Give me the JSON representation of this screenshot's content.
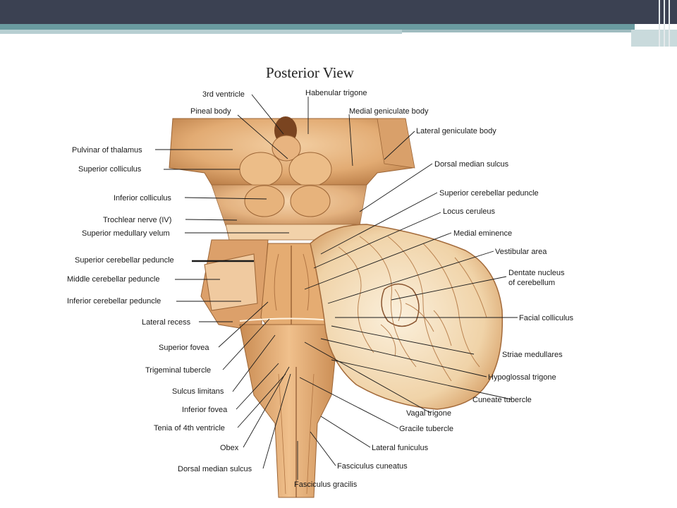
{
  "diagram": {
    "title": "Posterior View",
    "labels": {
      "third_ventricle": "3rd ventricle",
      "habenular_trigone": "Habenular trigone",
      "pineal_body": "Pineal body",
      "medial_geniculate_body": "Medial geniculate body",
      "lateral_geniculate_body": "Lateral geniculate body",
      "pulvinar_of_thalamus": "Pulvinar of thalamus",
      "superior_colliculus": "Superior colliculus",
      "dorsal_median_sulcus_top": "Dorsal median sulcus",
      "inferior_colliculus": "Inferior colliculus",
      "superior_cerebellar_peduncle_right": "Superior cerebellar peduncle",
      "locus_ceruleus": "Locus ceruleus",
      "trochlear_nerve": "Trochlear nerve (IV)",
      "superior_medullary_velum": "Superior medullary velum",
      "medial_eminence": "Medial eminence",
      "superior_cerebellar_peduncle_left": "Superior cerebellar peduncle",
      "vestibular_area": "Vestibular area",
      "middle_cerebellar_peduncle": "Middle cerebellar peduncle",
      "dentate_nucleus_line1": "Dentate nucleus",
      "dentate_nucleus_line2": "of cerebellum",
      "inferior_cerebellar_peduncle": "Inferior cerebellar peduncle",
      "facial_colliculus": "Facial colliculus",
      "lateral_recess": "Lateral recess",
      "superior_fovea": "Superior fovea",
      "striae_medullares": "Striae medullares",
      "trigeminal_tubercle": "Trigeminal tubercle",
      "hypoglossal_trigone": "Hypoglossal trigone",
      "sulcus_limitans": "Sulcus limitans",
      "cuneate_tubercle": "Cuneate tubercle",
      "inferior_fovea": "Inferior fovea",
      "vagal_trigone": "Vagal trigone",
      "tenia_of_4th_ventricle": "Tenia of 4th ventricle",
      "gracile_tubercle": "Gracile tubercle",
      "obex": "Obex",
      "lateral_funiculus": "Lateral funiculus",
      "fasciculus_cuneatus": "Fasciculus cuneatus",
      "dorsal_median_sulcus_bottom": "Dorsal median sulcus",
      "fasciculus_gracilis": "Fasciculus gracilis"
    }
  }
}
